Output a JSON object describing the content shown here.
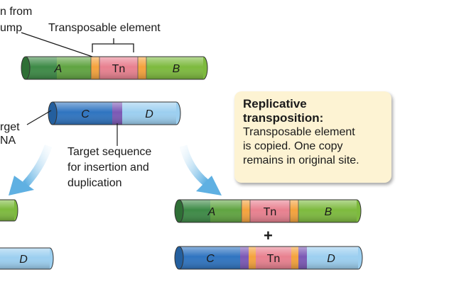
{
  "labels": {
    "insertion_top": "n from",
    "insertion_bottom": "ump",
    "transposable_element": "Transposable element",
    "target_top": "rget",
    "target_bottom": "NA",
    "target_seq_1": "Target sequence",
    "target_seq_2": "for insertion and",
    "target_seq_3": "duplication"
  },
  "segments": {
    "A": "A",
    "Tn": "Tn",
    "B": "B",
    "C": "C",
    "D": "D"
  },
  "callout": {
    "title_1": "Replicative",
    "title_2": "transposition:",
    "body_1": "Transposable element",
    "body_2": "is copied. One copy",
    "body_3": "remains in original site."
  },
  "plus_sign": "+",
  "colors": {
    "green": "#7dba3e",
    "green_dark": "#3d8a46",
    "orange": "#f4a23c",
    "pink": "#e8808f",
    "blue_dark": "#2f74c0",
    "blue_light": "#9ccff0",
    "purple": "#7b58b5",
    "arrow": "#6fb8e6",
    "callout_bg": "#fdf3d3"
  }
}
